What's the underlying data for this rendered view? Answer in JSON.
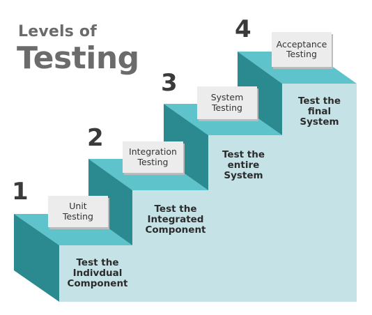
{
  "title": {
    "line1": "Levels of",
    "line2": "Testing"
  },
  "colors": {
    "front_face": "#c5e3e7",
    "top_face": "#5fc3cb",
    "side_face": "#2a8a8f",
    "number": "#3a3a3a",
    "title": "#6b6b6b",
    "label_box": "#ececec"
  },
  "steps": [
    {
      "number": "1",
      "label": "Unit\nTesting",
      "description": "Test the\nIndivdual\nComponent"
    },
    {
      "number": "2",
      "label": "Integration\nTesting",
      "description": "Test the\nIntegrated\nComponent"
    },
    {
      "number": "3",
      "label": "System\nTesting",
      "description": "Test the\nentire\nSystem"
    },
    {
      "number": "4",
      "label": "Acceptance\nTesting",
      "description": "Test the\nfinal\nSystem"
    }
  ]
}
